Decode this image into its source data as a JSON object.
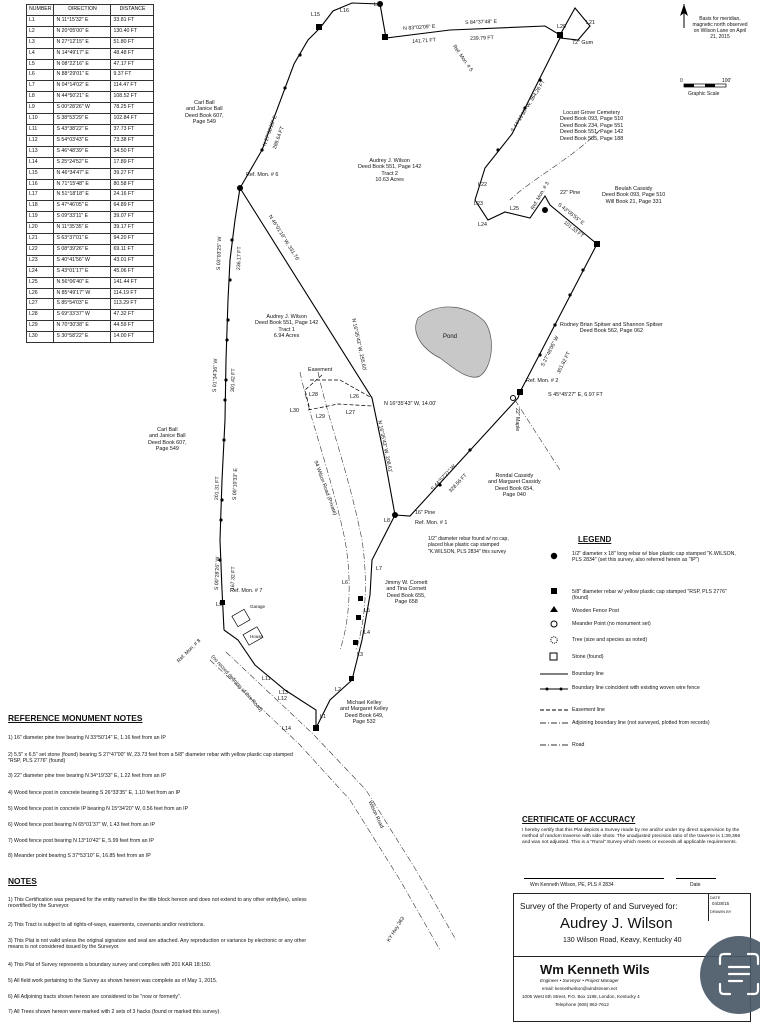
{
  "line_table": {
    "headers": [
      "NUMBER",
      "DIRECTION",
      "DISTANCE"
    ],
    "rows": [
      [
        "L1",
        "N 11°15'32\" E",
        "33.81 FT"
      ],
      [
        "L2",
        "N 20°05'00\" E",
        "130.40 FT"
      ],
      [
        "L3",
        "N 27°12'15\" E",
        "51.80 FT"
      ],
      [
        "L4",
        "N 14°49'17\" E",
        "48.48 FT"
      ],
      [
        "L5",
        "N 08°22'16\" E",
        "47.17 FT"
      ],
      [
        "L6",
        "N 88°29'01\" E",
        "9.37 FT"
      ],
      [
        "L7",
        "N 04°14'02\" E",
        "114.47 FT"
      ],
      [
        "L8",
        "N 44°50'21\" E",
        "108.52 FT"
      ],
      [
        "L9",
        "S 00°28'26\" W",
        "78.25 FT"
      ],
      [
        "L10",
        "S 38°53'29\" E",
        "102.84 FT"
      ],
      [
        "L11",
        "S 43°38'22\" E",
        "37.73 FT"
      ],
      [
        "L12",
        "S 54°03'43\" E",
        "73.38 FT"
      ],
      [
        "L13",
        "S 46°48'39\" E",
        "34.50 FT"
      ],
      [
        "L14",
        "S 25°24'52\" E",
        "17.89 FT"
      ],
      [
        "L15",
        "N 46°34'47\" E",
        "39.27 FT"
      ],
      [
        "L16",
        "N 71°15'48\" E",
        "80.58 FT"
      ],
      [
        "L17",
        "N 51°18'18\" E",
        "24.16 FT"
      ],
      [
        "L18",
        "S 47°46'05\" E",
        "64.89 FT"
      ],
      [
        "L19",
        "S 09°33'11\" E",
        "39.07 FT"
      ],
      [
        "L20",
        "N 11°35'35\" E",
        "39.17 FT"
      ],
      [
        "L21",
        "S 63°37'01\" E",
        "94.20 FT"
      ],
      [
        "L22",
        "S 08°39'26\" E",
        "69.11 FT"
      ],
      [
        "L23",
        "S 40°41'56\" W",
        "43.01 FT"
      ],
      [
        "L24",
        "S 43°01'17\" E",
        "45.06 FT"
      ],
      [
        "L25",
        "N 56°06'40\" E",
        "141.44 FT"
      ],
      [
        "L26",
        "N 85°49'17\" W",
        "114.19 FT"
      ],
      [
        "L27",
        "S 85°54'03\" E",
        "113.29 FT"
      ],
      [
        "L28",
        "S 69°33'37\" W",
        "47.32 FT"
      ],
      [
        "L29",
        "N 70°30'38\" E",
        "44.59 FT"
      ],
      [
        "L30",
        "S 30°58'22\" E",
        "14.00 FT"
      ]
    ]
  },
  "map": {
    "north_note": "Basis for meridian, magnetic north observed on Wilson Lane on April 21, 2015",
    "scale": {
      "zero": "0",
      "max": "100'",
      "label": "Graphic Scale"
    },
    "line_labels": [
      "L1",
      "L2",
      "L3",
      "L4",
      "L5",
      "L6",
      "L7",
      "L8",
      "L9",
      "L11",
      "L12",
      "L13",
      "L14",
      "L15",
      "L16",
      "L17",
      "L18",
      "L19",
      "L20",
      "L21",
      "L22",
      "L23",
      "L24",
      "L25",
      "L26",
      "L27",
      "L28",
      "L29",
      "L30"
    ],
    "tracts": {
      "locust_grove": "Locust Grove Cemetery\nDeed Book 093, Page 510\nDeed Book 234, Page 551\nDeed Book 551, Page 142\nDeed Book 585, Page 188",
      "beulah": "Beulah Cassidy\nDeed Book 093, Page 510\nWill Book 21, Page 331",
      "carl_ball_top": "Carl Ball\nand Janice Ball\nDeed Book 607,\nPage 549",
      "audrey_tract2": "Audrey J. Wilson\nDeed Book 551, Page 142\nTract 2\n10.63 Acres",
      "audrey_tract1": "Audrey J. Wilson\nDeed Book 551, Page 142\nTract 1\n6.94 Acres",
      "rodney": "Rodney Brian Spitser and Shannon Spitser\nDeed Book 562, Page 062",
      "carl_ball_bottom": "Carl Ball\nand Janice Ball\nDeed Book 607,\nPage 549",
      "rondal": "Rondal Cassidy\nand Margaret Cassidy\nDeed Book 654,\nPage 040",
      "jimmy": "Jimmy W. Cornett\nand Tina Cornett\nDeed Book 655,\nPage 658",
      "michael": "Michael Kelley\nand Margaret Kelley\nDeed Book 649,\nPage 532"
    },
    "features": {
      "pond": "Pond",
      "easement": "Easement",
      "ref_mon_1": "Ref. Mon. # 1",
      "ref_mon_2": "Ref. Mon. # 2",
      "ref_mon_3": "Ref. Mon. # 3",
      "ref_mon_5": "Ref. Mon. # 5",
      "ref_mon_6": "Ref. Mon. # 6",
      "ref_mon_7": "Ref. Mon. # 7",
      "ref_mon_8": "Ref. Mon. # 8",
      "pine_16": "16\" Pine",
      "pine_22": "22\" Pine",
      "gum_72": "72\" Gum",
      "maple_22": "22\" Maple",
      "rebar_note": "1/2\" diameter rebar found w/ no cap,\nplaced blue plastic cap stamped\n\"K.WILSON, PLS 2834\" this survey",
      "wilson_road": "94 Wilson Road (Private)",
      "wilson_road_note": "(no record defining of this Road)",
      "wilson_road_label": "Wilson Road",
      "ky_hwy": "KY Hwy 363",
      "garage": "Garage",
      "house": "House"
    },
    "bearings": {
      "b1": "N 83°02'09\" E",
      "b1d": "141.71 FT",
      "b2": "S 84°37'48\" E",
      "b2d": "239.79 FT",
      "b3": "S 44°16'30\" W, 364.26 FT",
      "b4": "S 43°05'55\" E",
      "b4d": "101.33 FT",
      "b5": "S 27°48'05\" W",
      "b5d": "361.82 FT",
      "b6": "S 45°45'27\" E, 6.97 FT",
      "b7": "S 44°57'21\" W",
      "b7d": "328.56 FT",
      "b8": "N 16°35'43\" W, 14.00'",
      "b9": "N 16°35'43\" W, 255.60'",
      "b10": "N 16°35'43\" W, 208.61'",
      "b11": "N 46°01'16\" W, 331.76'",
      "b12": "N 27°36'20\" E",
      "b12d": "289.64 FT",
      "b13": "S 03°03'25\" W",
      "b13d": "236.17 FT",
      "b14": "S 01°34'36\" W",
      "b14d": "301.42 FT",
      "b15": "S 00°10'33\" E",
      "b15d": "201.31 FT",
      "b16": "S 00°28'26\" W",
      "b16d": "167.32 FT"
    }
  },
  "legend": {
    "title": "LEGEND",
    "items": [
      "1/2\" diameter x 18\" long rebar w/ blue plastic cap stamped \"K.WILSON, PLS 2834\" (set this survey, also referred herein as \"IP\")",
      "5/8\" diameter rebar w/ yellow plastic cap stamped \"RSP, PLS 2776\" (found)",
      "Wooden Fence Post",
      "Meander Point (no monument set)",
      "Tree (size and species as noted)",
      "Stone (found)",
      "Boundary line",
      "Boundary line coincident with existing woven wire fence",
      "Easement line",
      "Adjoining boundary line (not surveyed, plotted from records)",
      "Road"
    ]
  },
  "ref_notes": {
    "title": "REFERENCE MONUMENT NOTES",
    "items": [
      "1) 16\" diameter pine tree bearing N 33°50'14\" E, 1.16 feet from an IP",
      "2) 5.5\" x 6.5\" set stone (found) bearing S 27°47'00\" W, 23.73 feet from a 5/8\" diameter rebar with yellow plastic cap stamped \"RSP, PLS 2776\" (found)",
      "3) 22\" diameter pine tree bearing N 34°19'33\" E, 1.22 feet from an IP",
      "4) Wood fence post in concrete bearing S 26°33'35\" E, 1.10 feet from an IP",
      "5) Wood fence post in concrete IP bearing N 15°34'20\" W, 0.56 feet from an IP",
      "6) Wood fence post bearing N 65°01'37\" W, 1.43 feet from an IP",
      "7) Wood fence post bearing N 13°10'42\" E, 5.99 feet from an IP",
      "8) Meander point bearing S 37°53'10\" E, 16.85 feet from an IP"
    ]
  },
  "notes": {
    "title": "NOTES",
    "items": [
      "1) This Certification was prepared for the entity named in the title block hereon and does not extend to any other entity(ies), unless recertified by the Surveyor.",
      "2) This Tract is subject to all rights-of-ways, easements, covenants and/or restrictions.",
      "3) This Plat is not valid unless the original signature and seal are attached. Any reproduction or variance by electronic or any other means is not considered issued by the Surveyor.",
      "4) This Plat of Survey represents a boundary survey and complies with 201 KAR 18:150.",
      "5) All field work pertaining to the Survey as shown hereon was complete as of May 1, 2015.",
      "6) All Adjoining tracts shown hereon are considered to be \"now or formerly\".",
      "7) All Trees shown hereon were marked with 2 sets of 3 hacks (found or marked this survey)."
    ]
  },
  "certificate": {
    "title": "CERTIFICATE OF ACCURACY",
    "body": "I hereby certify that this Plat depicts a Survey made by me and/or under my direct supervision by the method of random traverse with side shots. The unadjusted precision ratio of the traverse is 1:39,366 and was not adjusted. This is a \"Rural\" Survey which meets or exceeds all applicable requirements.",
    "signature_line": "Wm Kenneth Wilson, PE, PLS # 2834",
    "date_label": "Date"
  },
  "title_block": {
    "heading": "Survey of the Property of and Surveyed for:",
    "owner": "Audrey J. Wilson",
    "address": "130 Wilson Road, Keavy, Kentucky 40",
    "date_lbl": "DATE",
    "date_val": "04/28/15",
    "drawn_lbl": "DRAWN BY",
    "firm": "Wm Kenneth Wils",
    "tagline": "Engineer • Surveyor • Project Manager",
    "email": "email: kennethwilson@windstream.net",
    "addr2": "1005 West 5th Street, P.O. Box 1198, London, Kentucky 4",
    "phone": "Telephone (606) 862-7612"
  },
  "scan_button": {
    "icon": "scan-text-icon"
  }
}
